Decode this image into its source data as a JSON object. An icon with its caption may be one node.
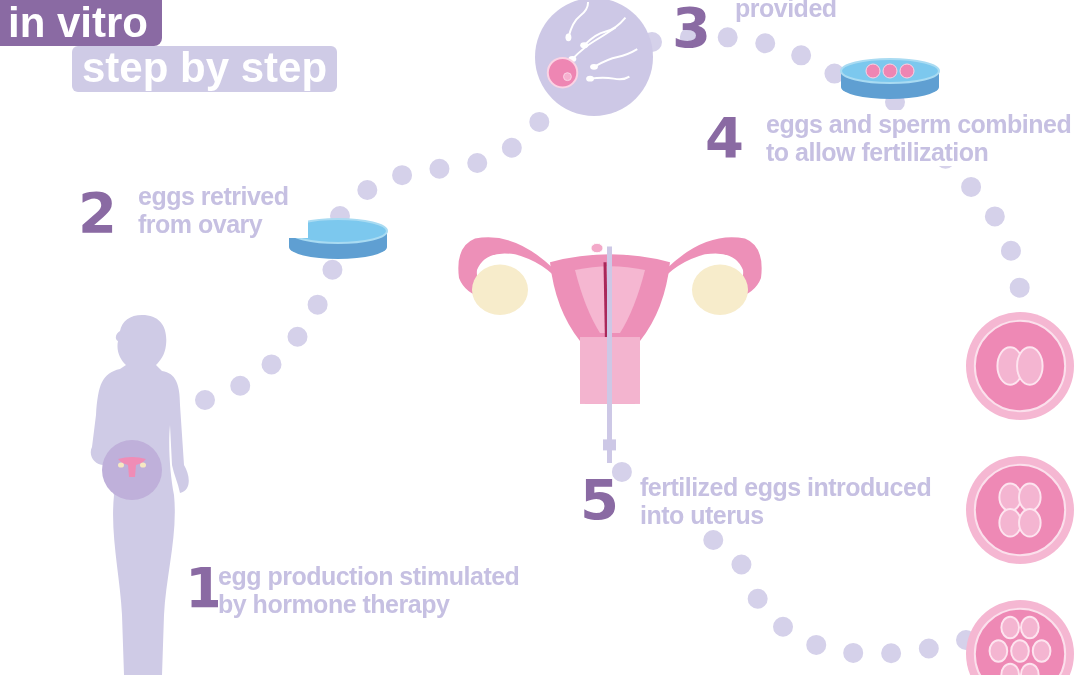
{
  "diagram": {
    "nodes": [
      {
        "text": [],
        "shape": "person",
        "beside": [
          "1",
          "egg production stimulated by hormone therapy"
        ]
      },
      {
        "text": [],
        "shape": "cylinder",
        "beside": [
          "2",
          "eggs retrived from ovary"
        ]
      },
      {
        "text": [],
        "shape": "circle",
        "beside": [
          "3",
          "provided"
        ]
      },
      {
        "text": [],
        "shape": "cylinder",
        "beside": [
          "4",
          "eggs and sperm combined to allow fertilization"
        ]
      },
      {
        "text": [],
        "shape": "circle"
      },
      {
        "text": [],
        "shape": "circle"
      },
      {
        "text": [],
        "shape": "circle"
      },
      {
        "text": [],
        "shape": "picture",
        "beside": [
          "5",
          "fertilized eggs introduced into uterus"
        ]
      }
    ],
    "edges": [
      {
        "from": 0,
        "to": 1,
        "arrow": "none"
      },
      {
        "from": 1,
        "to": 2,
        "arrow": "none"
      },
      {
        "from": 2,
        "to": 3,
        "arrow": "none"
      },
      {
        "from": 3,
        "to": 4,
        "arrow": "none"
      },
      {
        "from": 6,
        "to": 7,
        "arrow": "none"
      }
    ],
    "labels": [
      "in vitro",
      "step by step"
    ]
  }
}
